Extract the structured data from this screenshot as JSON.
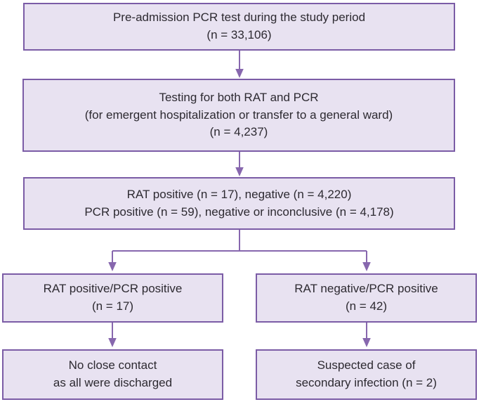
{
  "diagram": {
    "type": "flowchart",
    "topic": "Pre-admission RAT/PCR testing study flow"
  },
  "colors": {
    "box_fill": "#e8e2f1",
    "box_border": "#7b5ca6",
    "connector": "#8767ae",
    "text": "#2d2a31",
    "bg": "#ffffff"
  },
  "nodes": {
    "pre_admission": {
      "lines": [
        "Pre-admission PCR test during the study period",
        "(n = 33,106)"
      ]
    },
    "testing_both": {
      "lines": [
        "Testing for both RAT and PCR",
        "(for emergent hospitalization or transfer to a general ward)",
        "(n = 4,237)"
      ]
    },
    "results": {
      "lines": [
        "RAT positive (n = 17), negative (n = 4,220)",
        "PCR positive (n = 59), negative or inconclusive (n = 4,178)"
      ]
    },
    "rat_pos_pcr_pos": {
      "lines": [
        "RAT positive/PCR positive",
        "(n = 17)"
      ]
    },
    "rat_neg_pcr_pos": {
      "lines": [
        "RAT negative/PCR positive",
        "(n = 42)"
      ]
    },
    "no_close_contact": {
      "lines": [
        "No close contact",
        "as all were discharged"
      ]
    },
    "suspected_secondary": {
      "lines": [
        "Suspected case of",
        "secondary infection (n = 2)"
      ]
    }
  }
}
